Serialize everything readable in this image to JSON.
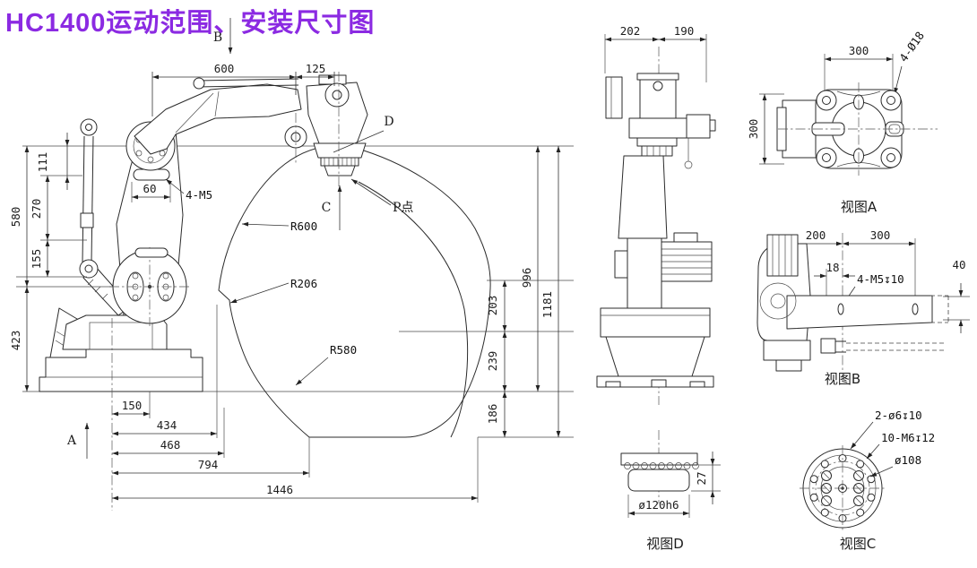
{
  "title": {
    "text": "HC1400运动范围、安装尺寸图"
  },
  "colors": {
    "accent": "#8b2ae2",
    "line": "#2b2b2b",
    "dim_text": "#1d1d1d"
  },
  "main_view": {
    "dims": {
      "d600": "600",
      "d125": "125",
      "d111": "111",
      "d580": "580",
      "d270": "270",
      "d155": "155",
      "d423": "423",
      "d60": "60",
      "d150": "150",
      "d434": "434",
      "d468": "468",
      "d794": "794",
      "d1446": "1446",
      "d996": "996",
      "d1181": "1181",
      "d203": "203",
      "d239": "239",
      "d186": "186"
    },
    "radii": {
      "r600": "R600",
      "r206": "R206",
      "r580": "R580"
    },
    "labels": {
      "thread": "4-M5",
      "point": "P点",
      "sec_a": "A",
      "sec_b": "B",
      "sec_c": "C",
      "sec_d": "D"
    }
  },
  "front_view": {
    "dims": {
      "d202": "202",
      "d190": "190"
    }
  },
  "view_a": {
    "caption": "视图A",
    "dims": {
      "w300": "300",
      "h300": "300",
      "holes": "4-Ø18"
    }
  },
  "view_b": {
    "caption": "视图B",
    "dims": {
      "d200": "200",
      "d300": "300",
      "d18": "18",
      "d40": "40",
      "holes": "4-M5↧10"
    }
  },
  "view_c": {
    "caption": "视图C",
    "labels": {
      "holes_dowel": "2-ø6↧10",
      "holes_thread": "10-M6↧12",
      "bolt_circle": "ø108"
    }
  },
  "view_d": {
    "caption": "视图D",
    "dims": {
      "dia": "ø120h6",
      "d27": "27"
    }
  }
}
